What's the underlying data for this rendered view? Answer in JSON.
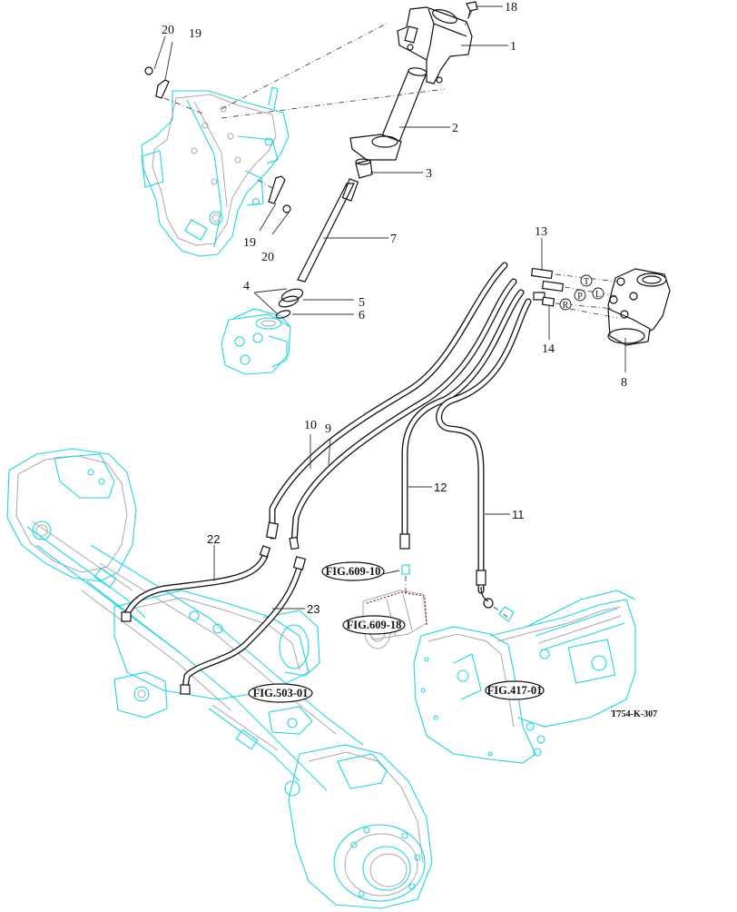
{
  "diagram": {
    "title": "Steering hydraulic hoses exploded view",
    "drawing_code": "T754-K-307",
    "callouts": [
      {
        "id": "1",
        "label": "1"
      },
      {
        "id": "2",
        "label": "2"
      },
      {
        "id": "3",
        "label": "3"
      },
      {
        "id": "4",
        "label": "4"
      },
      {
        "id": "5",
        "label": "5"
      },
      {
        "id": "6",
        "label": "6"
      },
      {
        "id": "7",
        "label": "7"
      },
      {
        "id": "8",
        "label": "8"
      },
      {
        "id": "9",
        "label": "9"
      },
      {
        "id": "10",
        "label": "10"
      },
      {
        "id": "11",
        "label": "11"
      },
      {
        "id": "12",
        "label": "12"
      },
      {
        "id": "13",
        "label": "13"
      },
      {
        "id": "14",
        "label": "14"
      },
      {
        "id": "18",
        "label": "18"
      },
      {
        "id": "19a",
        "label": "19"
      },
      {
        "id": "19b",
        "label": "19"
      },
      {
        "id": "20a",
        "label": "20"
      },
      {
        "id": "20b",
        "label": "20"
      },
      {
        "id": "22",
        "label": "22"
      },
      {
        "id": "23",
        "label": "23"
      }
    ],
    "ports": [
      "T",
      "P",
      "L",
      "R"
    ],
    "figure_refs": [
      "FIG.609-10",
      "FIG.609-18",
      "FIG.503-01",
      "FIG.417-01"
    ],
    "colors": {
      "parts_ink": "#111111",
      "reference_cyan": "#22d3e0",
      "reference_gray": "#a8a8a8"
    }
  }
}
